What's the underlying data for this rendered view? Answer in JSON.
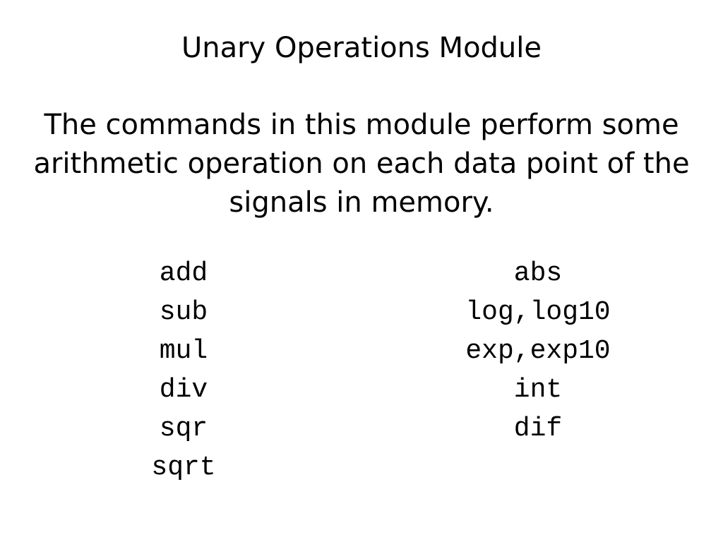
{
  "title": "Unary Operations Module",
  "description": {
    "lines": [
      "The commands in this module perform some",
      "arithmetic operation on each data point of the",
      "signals in memory."
    ]
  },
  "commands": {
    "left": [
      "add",
      "sub",
      "mul",
      "div",
      "sqr",
      "sqrt"
    ],
    "right": [
      "abs",
      "log,log10",
      "exp,exp10",
      "int",
      "dif"
    ]
  }
}
